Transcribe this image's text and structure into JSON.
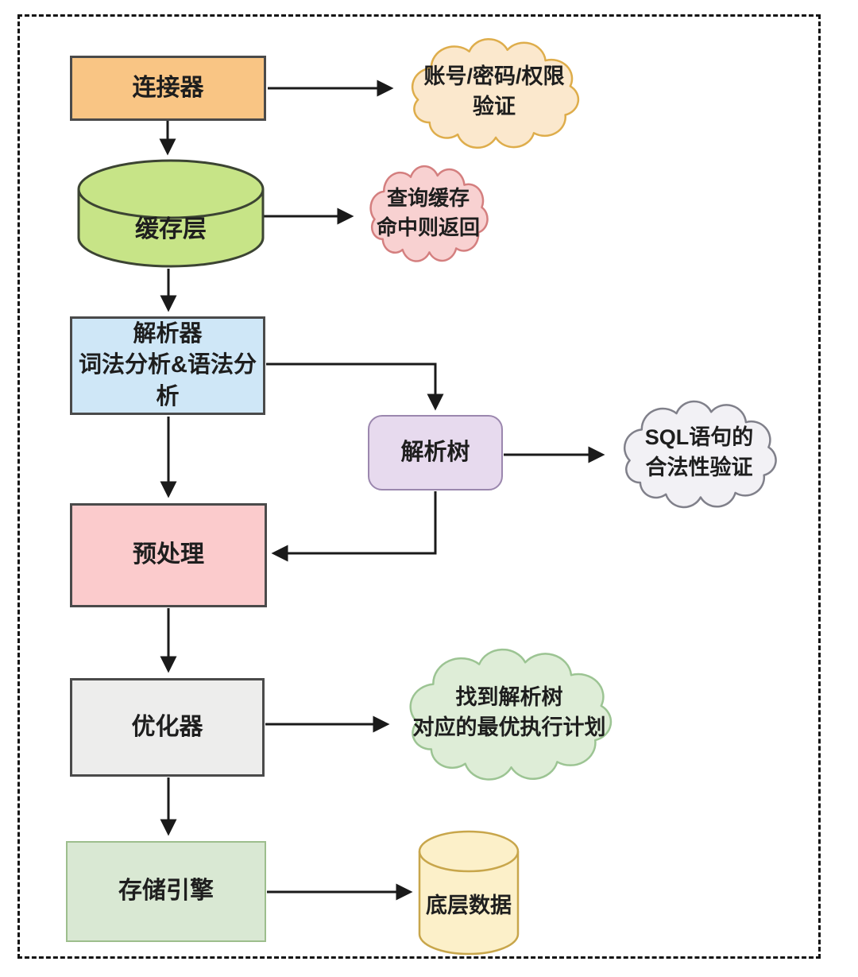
{
  "diagram": {
    "nodes": {
      "connector": "连接器",
      "auth_cloud": "账号/密码/权限\n验证",
      "cache_layer": "缓存层",
      "cache_cloud": "查询缓存\n命中则返回",
      "parser": "解析器\n词法分析&语法分析",
      "parse_tree": "解析树",
      "sql_cloud": "SQL语句的\n合法性验证",
      "preprocessor": "预处理",
      "optimizer": "优化器",
      "plan_cloud": "找到解析树\n对应的最优执行计划",
      "storage_engine": "存储引擎",
      "underlying_data": "底层数据"
    },
    "edges": [
      {
        "from": "连接器",
        "to": "账号/密码/权限验证"
      },
      {
        "from": "连接器",
        "to": "缓存层"
      },
      {
        "from": "缓存层",
        "to": "查询缓存命中则返回"
      },
      {
        "from": "缓存层",
        "to": "解析器"
      },
      {
        "from": "解析器",
        "to": "解析树"
      },
      {
        "from": "解析树",
        "to": "SQL语句的合法性验证"
      },
      {
        "from": "解析器",
        "to": "预处理"
      },
      {
        "from": "解析树",
        "to": "预处理"
      },
      {
        "from": "预处理",
        "to": "优化器"
      },
      {
        "from": "优化器",
        "to": "找到解析树对应的最优执行计划"
      },
      {
        "from": "优化器",
        "to": "存储引擎"
      },
      {
        "from": "存储引擎",
        "to": "底层数据"
      }
    ],
    "colors": {
      "connector_fill": "#f9c584",
      "auth_cloud_fill": "#fbe8cd",
      "auth_cloud_stroke": "#dead4b",
      "cache_cylinder_fill": "#c7e487",
      "cache_cylinder_stroke": "#3c4433",
      "cache_cloud_fill": "#f8d1d1",
      "cache_cloud_stroke": "#d47f7f",
      "parser_fill": "#cfe7f7",
      "parse_tree_fill": "#e7daee",
      "parse_tree_stroke": "#9b87ae",
      "sql_cloud_fill": "#f2f1f5",
      "sql_cloud_stroke": "#80808a",
      "preprocessor_fill": "#fbcbcc",
      "optimizer_fill": "#ededec",
      "plan_cloud_fill": "#deedd7",
      "plan_cloud_stroke": "#9cc493",
      "storage_fill": "#d9e8d3",
      "storage_stroke": "#9dbe8d",
      "data_cylinder_fill": "#fcf0c9",
      "data_cylinder_stroke": "#c8a64b",
      "arrow": "#1a1a1a",
      "box_border": "#4a4a4a"
    }
  }
}
